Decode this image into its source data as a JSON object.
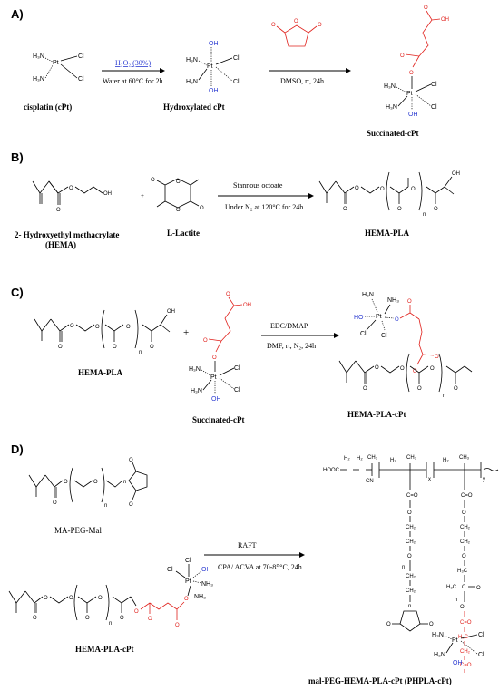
{
  "panels": [
    "A)",
    "B)",
    "C)",
    "D)"
  ],
  "atoms": {
    "h3n": "H₃N",
    "nh3": "NH₃",
    "cl": "Cl",
    "pt": "Pt",
    "oh": "OH",
    "ho": "HO",
    "o": "O",
    "h": "H",
    "n": "n",
    "x": "x",
    "y": "y",
    "h2": "H₂",
    "c": "C",
    "ch3": "CH₃",
    "h3c": "H₃C",
    "hooc": "HOOC",
    "cn": "CN",
    "ch2": "CH₂",
    "h2c": "H₂C",
    "c_eq_o": "C=O",
    "cooc": "O"
  },
  "panelA": {
    "reagent1": "H₂O₂ (30%)",
    "condition1": "Water at 60°C for 2h",
    "condition2": "DMSO, rt, 24h",
    "name1": "cisplatin (cPt)",
    "name2": "Hydroxylated cPt",
    "name3": "Succinated-cPt"
  },
  "panelB": {
    "reagent": "Stannous octoate",
    "condition": "Under N₂ at 120°C for 24h",
    "plus": "+",
    "name1_line1": "2- Hydroxyethyl methacrylate",
    "name1_line2": "(HEMA)",
    "name2": "L-Lactite",
    "name3": "HEMA-PLA"
  },
  "panelC": {
    "plus": "+",
    "reagent": "EDC/DMAP",
    "condition": "DMF, rt, N₂, 24h",
    "name1": "HEMA-PLA",
    "name2": "Succinated-cPt",
    "name3": "HEMA-PLA-cPt"
  },
  "panelD": {
    "reagent": "RAFT",
    "condition": "CPA/ ACVA at 70-85°C, 24h",
    "name1": "MA-PEG-Mal",
    "name2": "HEMA-PLA-cPt",
    "name3": "mal-PEG-HEMA-PLA-cPt (PHPLA-cPt)"
  },
  "colors": {
    "succinate": "#e0201b",
    "hydroxyl": "#2b3bd1",
    "ink": "#000000"
  }
}
